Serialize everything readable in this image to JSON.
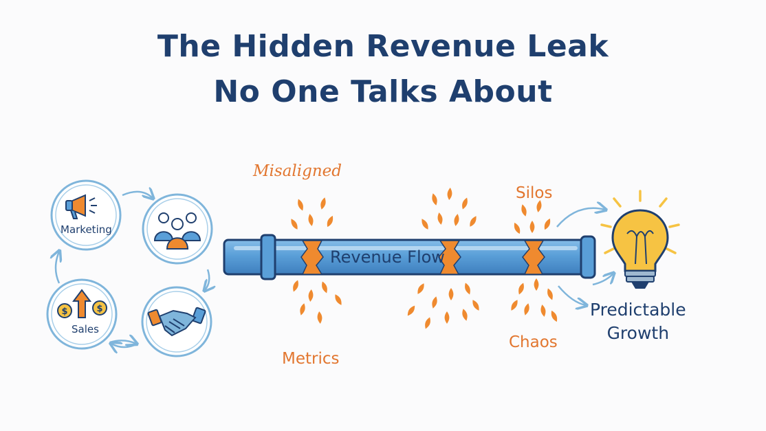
{
  "title": {
    "line1": "The Hidden Revenue Leak",
    "line2": "No One Talks About"
  },
  "cycle": {
    "marketing_label": "Marketing",
    "sales_label": "Sales"
  },
  "pipe": {
    "label": "Revenue Flow"
  },
  "leak_labels": {
    "misaligned": "Misaligned",
    "metrics": "Metrics",
    "silos": "Silos",
    "chaos": "Chaos"
  },
  "outcome": {
    "line1": "Predictable",
    "line2": "Growth"
  },
  "colors": {
    "navy": "#1f3f6e",
    "pipe_blue": "#5a9fd8",
    "leak_orange": "#ef8a2f",
    "bulb_yellow": "#f6c343",
    "circle_blue": "#7fb5db"
  },
  "icons": [
    "megaphone-icon",
    "team-icon",
    "dollar-arrow-icon",
    "handshake-icon",
    "lightbulb-icon"
  ]
}
